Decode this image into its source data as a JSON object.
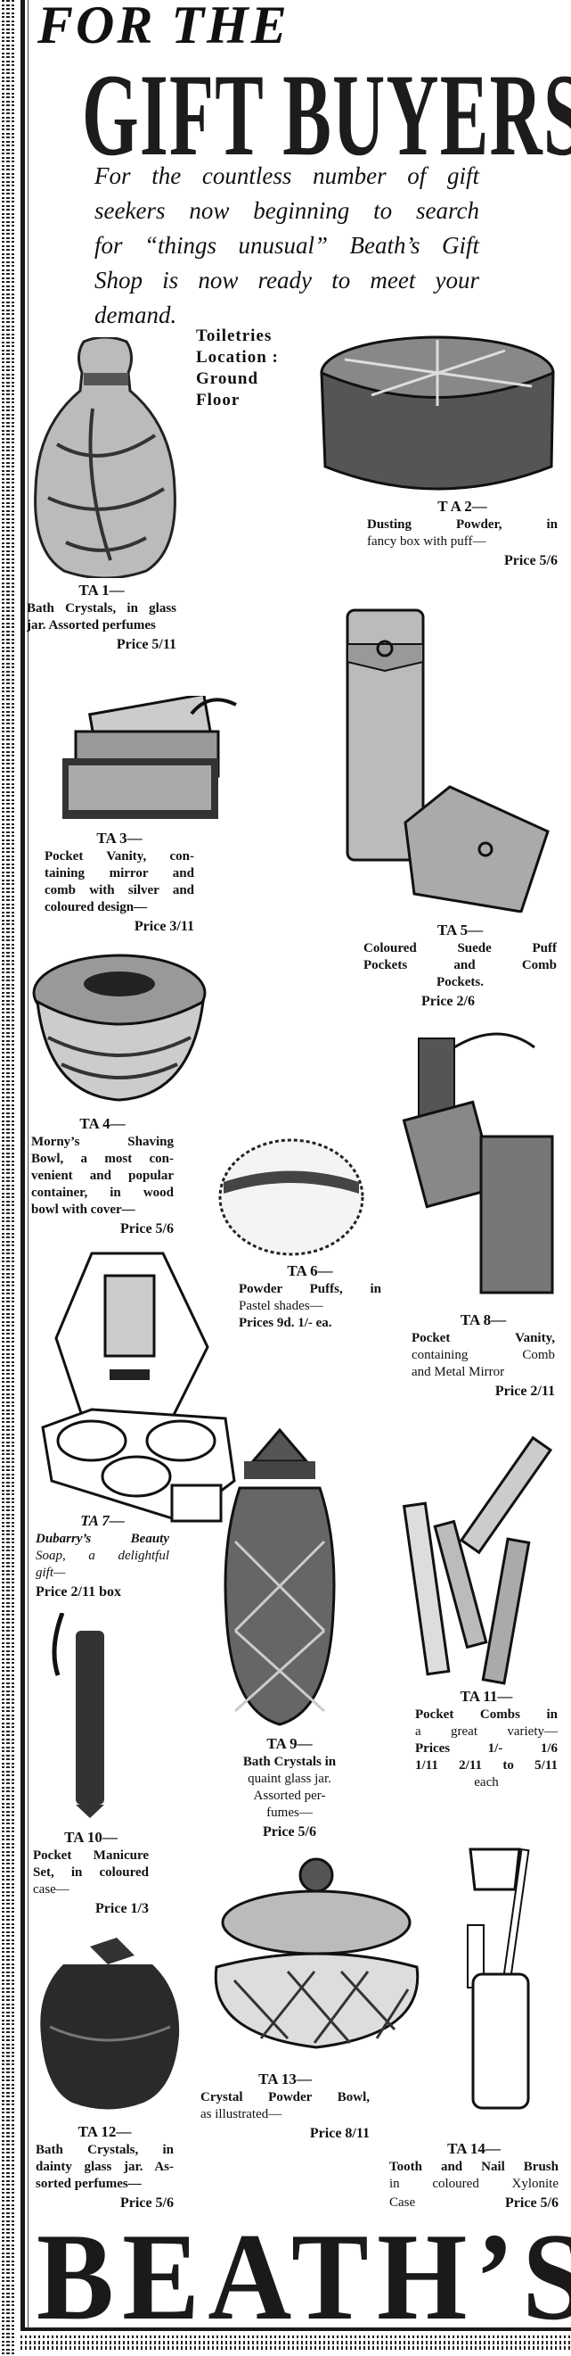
{
  "header": {
    "for_the": "FOR THE",
    "title": "GIFT BUYERS",
    "intro": [
      "For the countless number of gift",
      "seekers now beginning to search",
      "for “things unusual” Beath’s Gift",
      "Shop is now ready to meet your",
      "demand."
    ],
    "location": [
      "Toiletries",
      "Location :",
      "Ground",
      "Floor"
    ]
  },
  "items": [
    {
      "code": "TA 1—",
      "lines": [
        "Bath Crystals, in glass",
        "jar. Assorted perfumes"
      ],
      "price": "Price 5/11"
    },
    {
      "code": "T A 2—",
      "lines": [
        "Dusting Powder, in",
        "fancy box with puff—"
      ],
      "price": "Price 5/6"
    },
    {
      "code": "TA 3—",
      "lines": [
        "Pocket Vanity, con-",
        "taining mirror and",
        "comb with silver and",
        "coloured design—"
      ],
      "price": "Price 3/11"
    },
    {
      "code": "TA 4—",
      "lines": [
        "Morny’s Shaving",
        "Bowl, a most con-",
        "venient and popular",
        "container, in wood",
        "bowl with cover—"
      ],
      "price": "Price 5/6"
    },
    {
      "code": "TA 5—",
      "lines": [
        "Coloured Suede Puff",
        "Pockets and Comb",
        "Pockets."
      ],
      "price": "Price 2/6"
    },
    {
      "code": "TA 6—",
      "lines": [
        "Powder Puffs, in",
        "Pastel shades—",
        "Prices 9d. 1/- ea."
      ]
    },
    {
      "code": "TA 7—",
      "lines": [
        "Dubarry’s Beauty",
        "Soap, a delightful",
        "gift—"
      ],
      "price": "Price 2/11 box"
    },
    {
      "code": "TA 8—",
      "lines": [
        "Pocket Vanity,",
        "containing Comb",
        "and Metal Mirror"
      ],
      "price": "Price 2/11"
    },
    {
      "code": "TA 9—",
      "lines": [
        "Bath Crystals in",
        "quaint glass jar.",
        "Assorted per-",
        "fumes—"
      ],
      "price": "Price 5/6"
    },
    {
      "code": "TA 10—",
      "lines": [
        "Pocket Manicure",
        "Set, in coloured",
        "case—"
      ],
      "price": "Price 1/3"
    },
    {
      "code": "TA 11—",
      "lines": [
        "Pocket Combs in",
        "a great variety—",
        "Prices 1/- 1/6",
        "1/11 2/11 to 5/11",
        "each"
      ]
    },
    {
      "code": "TA 12—",
      "lines": [
        "Bath Crystals, in",
        "dainty glass jar. As-",
        "sorted perfumes—"
      ],
      "price": "Price 5/6"
    },
    {
      "code": "TA 13—",
      "lines": [
        "Crystal Powder Bowl,",
        "as illustrated—"
      ],
      "price": "Price 8/11"
    },
    {
      "code": "TA 14—",
      "lines": [
        "Tooth and Nail Brush",
        "in coloured Xylonite",
        "Case"
      ],
      "price": "Price 5/6"
    }
  ],
  "footer": {
    "brand": "BEATH’S"
  }
}
